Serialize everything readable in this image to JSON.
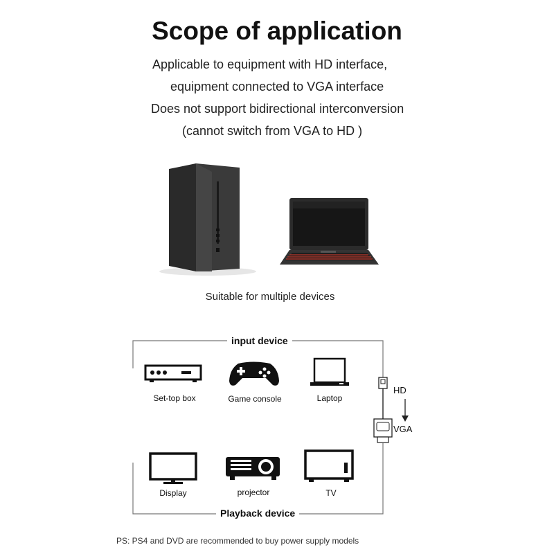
{
  "title": "Scope of application",
  "description_lines": [
    "Applicable to equipment with HD interface,",
    "equipment connected to VGA interface",
    "Does not support bidirectional interconversion",
    "(cannot switch from VGA to HD )"
  ],
  "caption": "Suitable for multiple devices",
  "input_section": {
    "label": "input device",
    "devices": [
      {
        "label": "Set-top box",
        "icon": "set-top-box-icon"
      },
      {
        "label": "Game console",
        "icon": "game-controller-icon"
      },
      {
        "label": "Laptop",
        "icon": "laptop-icon"
      }
    ]
  },
  "playback_section": {
    "label": "Playback device",
    "devices": [
      {
        "label": "Display",
        "icon": "monitor-icon"
      },
      {
        "label": "projector",
        "icon": "projector-icon"
      },
      {
        "label": "TV",
        "icon": "tv-icon"
      }
    ]
  },
  "adapter": {
    "hd_label": "HD",
    "vga_label": "VGA"
  },
  "note": "PS: PS4 and DVD are recommended to buy power supply models",
  "colors": {
    "text": "#111111",
    "line": "#777777",
    "laptop_screen": "#1a1a1a",
    "keyboard_backlight": "#c0392b"
  }
}
